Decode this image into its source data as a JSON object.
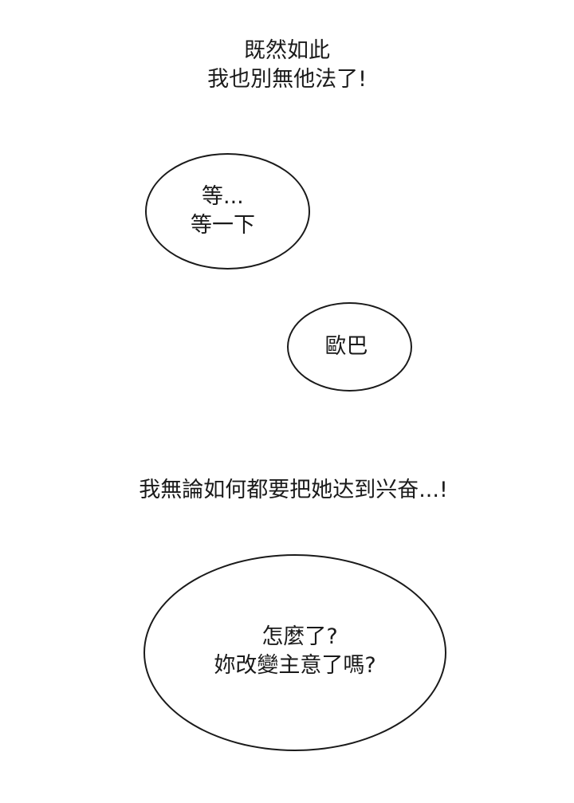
{
  "panels": {
    "narration_top": {
      "lines": [
        "既然如此",
        "我也別無他法了!"
      ]
    },
    "bubble_wait": {
      "lines": [
        "等...",
        "等一下"
      ]
    },
    "bubble_oppa": {
      "lines": [
        "歐巴"
      ]
    },
    "narration_middle": {
      "lines": [
        "我無論如何都要把她达到兴奋...!"
      ]
    },
    "bubble_question": {
      "lines": [
        "怎麼了?",
        "妳改變主意了嗎?"
      ]
    }
  },
  "colors": {
    "background": "#ffffff",
    "text": "#1a1a1a",
    "bubble_border": "#1a1a1a"
  }
}
